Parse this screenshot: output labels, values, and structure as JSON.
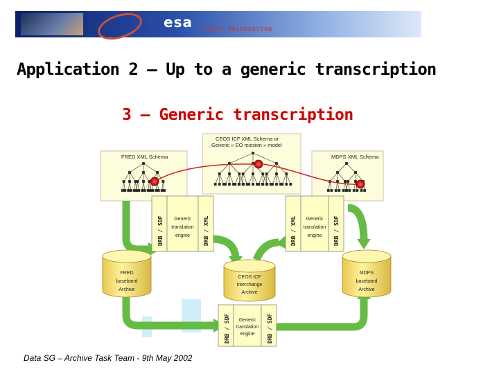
{
  "header": {
    "logo_text": "esa",
    "strip_text": "EARTH OBSERVATION"
  },
  "title": "Application 2 – Up to a generic transcription",
  "subtitle": "3 – Generic transcription",
  "schemas": {
    "fred": "FRED XML Schema",
    "ceos_line1": "CEOS ICF XML Schema or",
    "ceos_line2": "Generic « EO mission » model",
    "mdps": "MDPS XML Schema"
  },
  "engines": {
    "left": {
      "side_a": "DRB / SDF",
      "line1": "Generic",
      "line2": "translation",
      "line3": "engine",
      "side_b": "DRB / XML"
    },
    "right": {
      "side_a": "DRB / XML",
      "line1": "Generic",
      "line2": "translation",
      "line3": "engine",
      "side_b": "DRB / SDF"
    },
    "bottom": {
      "side_a": "DRB / SDF",
      "line1": "Generic",
      "line2": "translation",
      "line3": "engine",
      "side_b": "DRB / SDF"
    }
  },
  "archives": {
    "fred": {
      "line1": "FRED",
      "line2": "baseband",
      "line3": "Archive"
    },
    "ceos": {
      "line1": "CEOS ICF",
      "line2": "interchange",
      "line3": "Archive"
    },
    "mdps": {
      "line1": "MDPS",
      "line2": "baseband",
      "line3": "Archive"
    }
  },
  "footer": "Data SG – Archive Task Team - 9th May 2002",
  "colors": {
    "schema_box": "#fdfddc",
    "engine_box": "#fdfdc4",
    "arrow": "#66bb44",
    "cylinder": "#ffee80",
    "link": "#cc2222",
    "title_red": "#cc0000"
  }
}
